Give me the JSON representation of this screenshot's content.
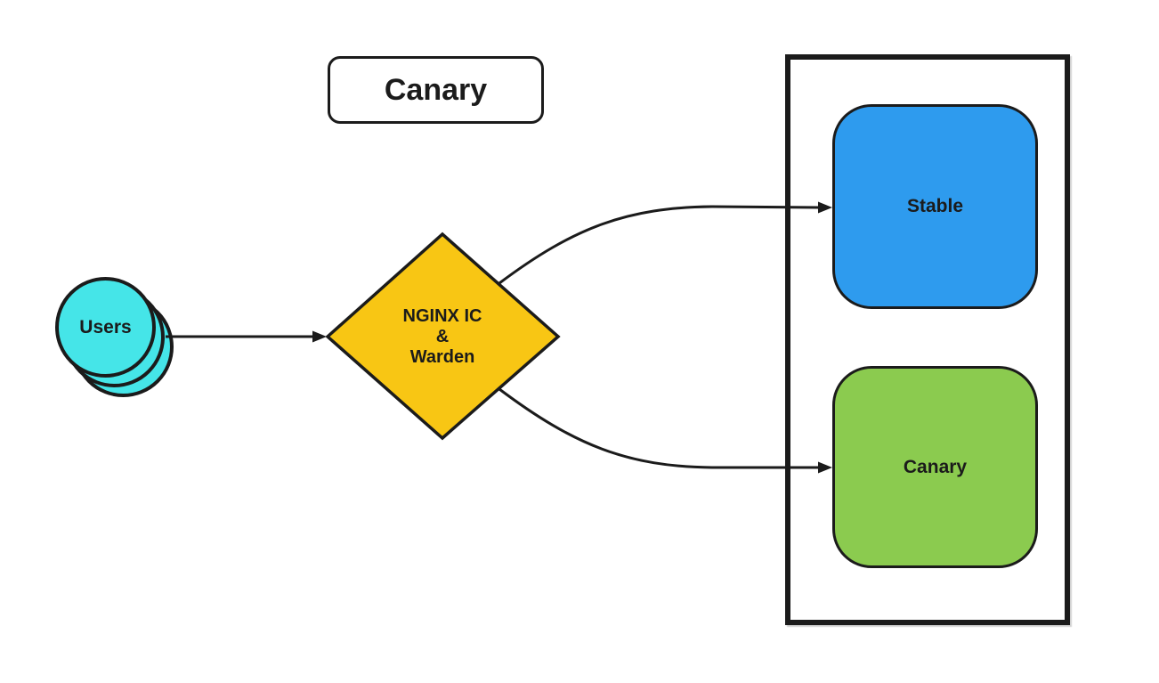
{
  "title": {
    "label": "Canary"
  },
  "users": {
    "label": "Users"
  },
  "router": {
    "line1": "NGINX IC",
    "line2": "&",
    "line3": "Warden"
  },
  "cluster": {
    "stable_label": "Stable",
    "canary_label": "Canary"
  },
  "colors": {
    "users_fill": "#45E5E8",
    "router_fill": "#F8C614",
    "stable_fill": "#2E9BEE",
    "canary_fill": "#8BCB4F",
    "node_stroke": "#1B1B1B",
    "background": "#FFFFFF"
  }
}
